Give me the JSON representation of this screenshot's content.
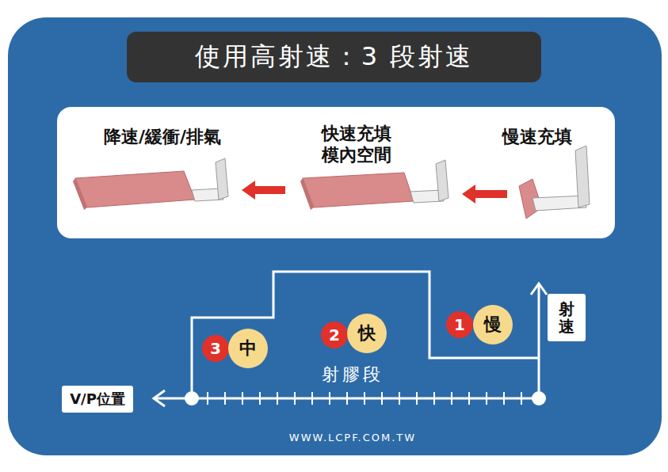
{
  "diagram": {
    "title": "使用高射速：3 段射速",
    "nodes": [
      {
        "text": [
          "3"
        ]
      },
      {
        "text": [
          "中"
        ]
      },
      {
        "text": [
          "2"
        ]
      },
      {
        "text": [
          "快"
        ]
      },
      {
        "text": [
          "1"
        ]
      },
      {
        "text": [
          "慢"
        ]
      },
      {
        "text": [
          "射速"
        ]
      },
      {
        "text": [
          "V/P位置"
        ]
      }
    ],
    "labels": [
      "降速/緩衝/排氣",
      "快速充填 模內空間",
      "慢速充填",
      "射膠段",
      "WWW.LCPF.COM.TW"
    ]
  }
}
